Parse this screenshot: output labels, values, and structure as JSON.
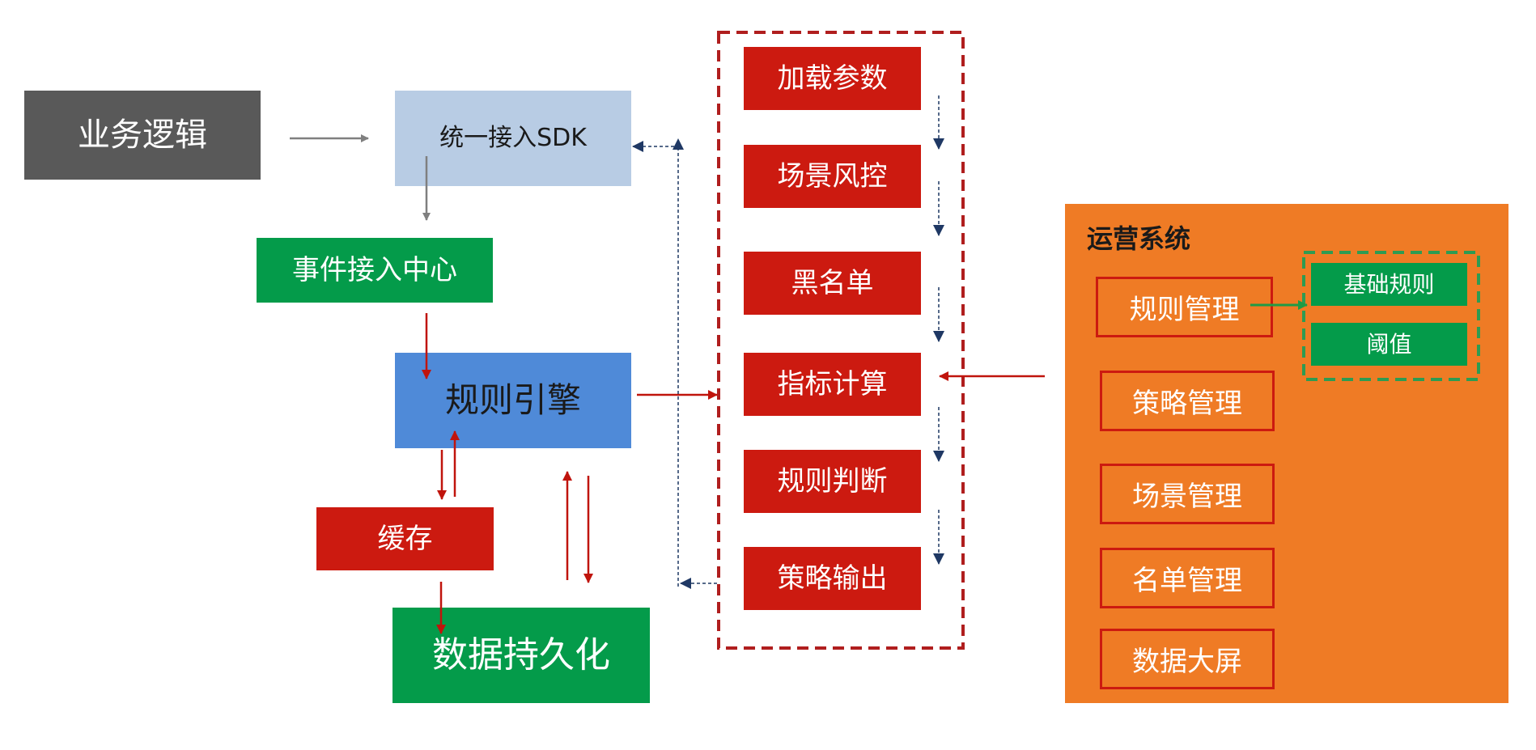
{
  "colors": {
    "dark_gray": "#595959",
    "light_blue": "#b8cce4",
    "green": "#049b4a",
    "blue": "#4f8ad8",
    "red": "#cc1a10",
    "orange": "#ef7b25",
    "arrow_gray": "#7f7f7f",
    "arrow_navy": "#1f3864",
    "dashed_red": "#b01e1e",
    "dashed_green": "#2e9b52"
  },
  "diagram": {
    "business_logic": "业务逻辑",
    "unified_sdk": "统一接入SDK",
    "event_center": "事件接入中心",
    "rule_engine": "规则引擎",
    "cache": "缓存",
    "persistence": "数据持久化",
    "pipeline_steps": [
      "加载参数",
      "场景风控",
      "黑名单",
      "指标计算",
      "规则判断",
      "策略输出"
    ],
    "ops_system": {
      "title": "运营系统",
      "items": [
        "规则管理",
        "策略管理",
        "场景管理",
        "名单管理",
        "数据大屏"
      ],
      "rule_sub_items": [
        "基础规则",
        "阈值"
      ]
    }
  }
}
